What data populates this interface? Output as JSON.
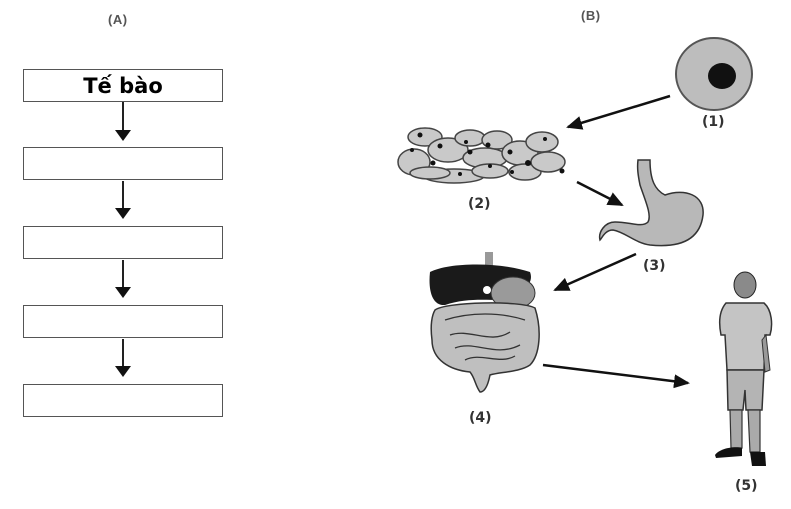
{
  "panel_a": {
    "label": "(A)",
    "boxes": [
      {
        "text": "Tế bào"
      },
      {
        "text": ""
      },
      {
        "text": ""
      },
      {
        "text": ""
      },
      {
        "text": ""
      }
    ]
  },
  "panel_b": {
    "label": "(B)",
    "items": [
      {
        "label": "(1)",
        "depicts": "cell"
      },
      {
        "label": "(2)",
        "depicts": "tissue"
      },
      {
        "label": "(3)",
        "depicts": "organ (stomach)"
      },
      {
        "label": "(4)",
        "depicts": "organ system (digestive system)"
      },
      {
        "label": "(5)",
        "depicts": "organism (human)"
      }
    ]
  },
  "colors": {
    "stroke": "#222222",
    "fill_gray": "#b8b8b8",
    "dark": "#1a1a1a"
  }
}
